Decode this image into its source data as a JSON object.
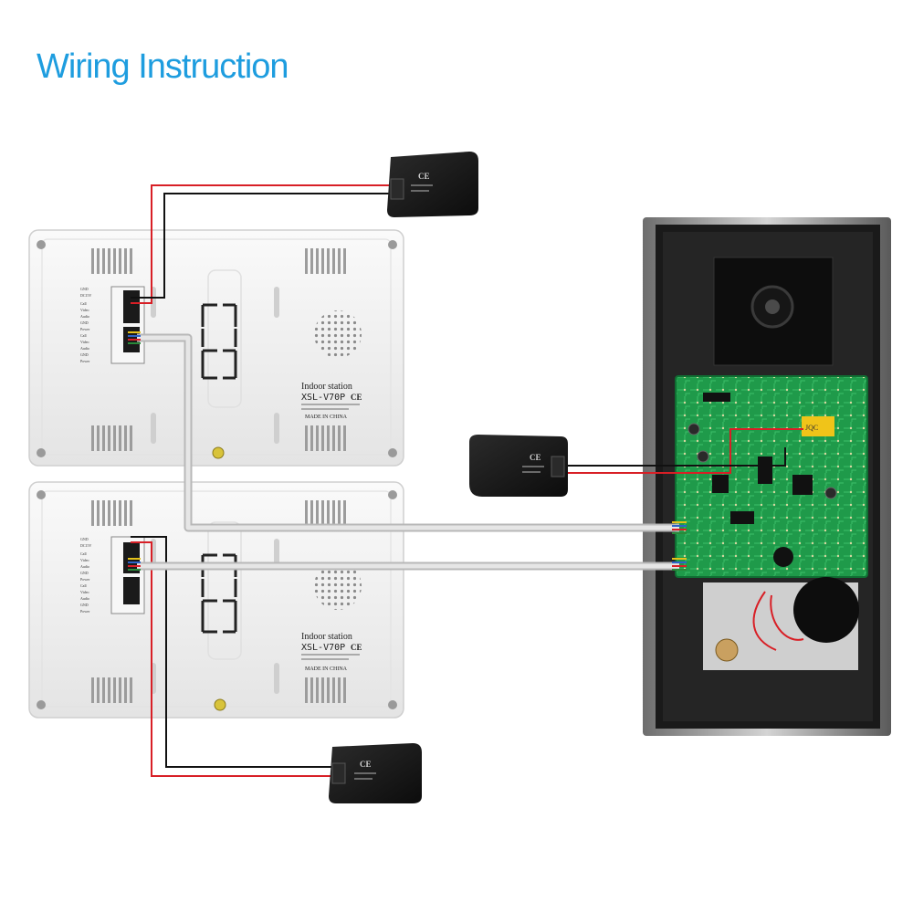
{
  "title": "Wiring Instruction",
  "colors": {
    "title": "#1e9ddf",
    "wire_red": "#d81f26",
    "wire_black": "#111111",
    "cable_grey": "#c8c8c8",
    "monitor_body": "#f1f1f1",
    "pcb_green": "#1f9a4a",
    "adapter_body": "#1a1a1a"
  },
  "indoor_monitors": [
    {
      "station_label": "Indoor station",
      "model": "XSL-V70P",
      "origin": "MADE IN CHINA",
      "ce_mark": "CE",
      "terminal_labels": [
        "GND",
        "DC15V",
        "Call",
        "Video",
        "Audio",
        "GND",
        "Power",
        "Call",
        "Video",
        "Audio",
        "GND",
        "Power"
      ]
    },
    {
      "station_label": "Indoor station",
      "model": "XSL-V70P",
      "origin": "MADE IN CHINA",
      "ce_mark": "CE",
      "terminal_labels": [
        "GND",
        "DC15V",
        "Call",
        "Video",
        "Audio",
        "GND",
        "Power",
        "Call",
        "Video",
        "Audio",
        "GND",
        "Power"
      ]
    }
  ],
  "power_adapters": [
    {
      "ce_mark": "CE"
    },
    {
      "ce_mark": "CE"
    },
    {
      "ce_mark": "CE"
    }
  ],
  "outdoor_unit": {
    "relay_label": "JQC"
  }
}
